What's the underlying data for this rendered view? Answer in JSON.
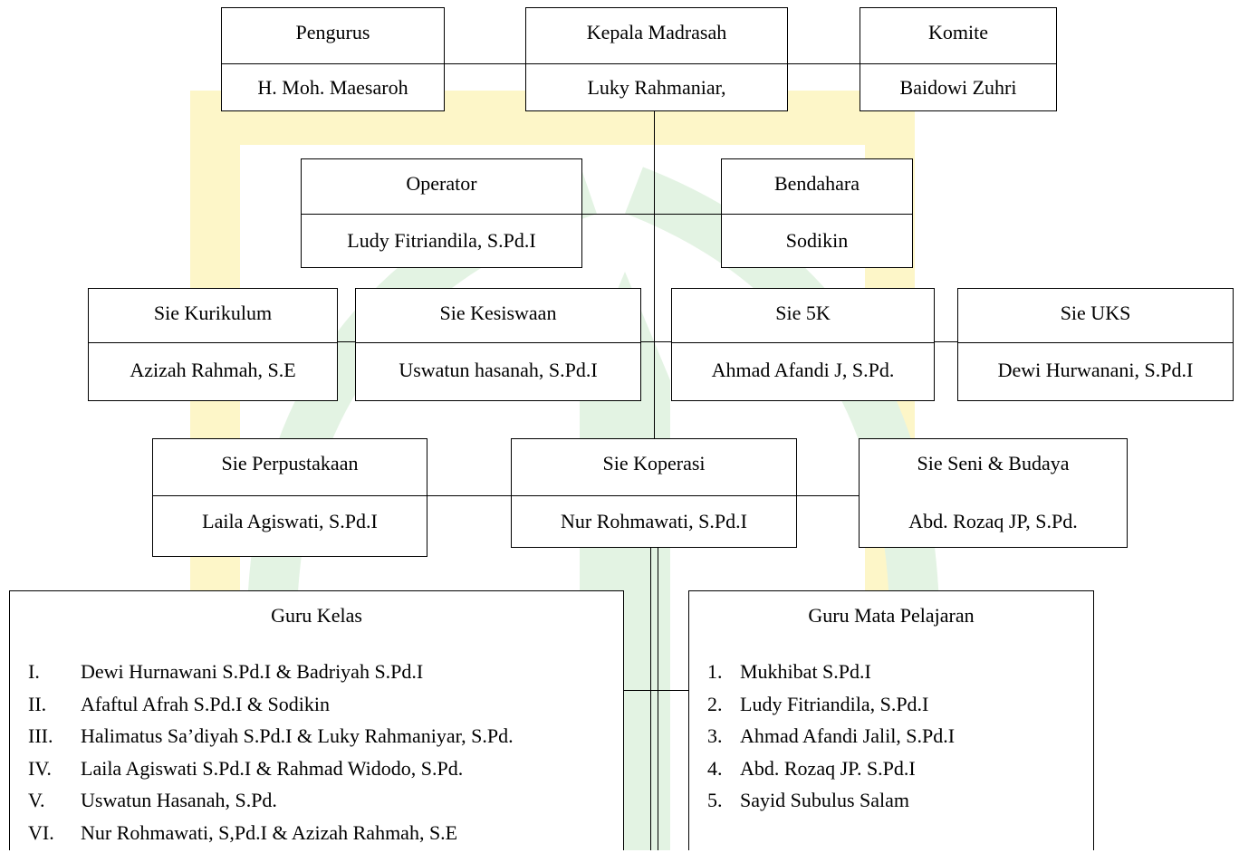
{
  "top": {
    "pengurus": {
      "title": "Pengurus",
      "name": "H. Moh. Maesaroh"
    },
    "kepala": {
      "title": "Kepala Madrasah",
      "name": "Luky Rahmaniar,"
    },
    "komite": {
      "title": "Komite",
      "name": "Baidowi Zuhri"
    }
  },
  "second": {
    "operator": {
      "title": "Operator",
      "name": "Ludy Fitriandila, S.Pd.I"
    },
    "bendahara": {
      "title": "Bendahara",
      "name": "Sodikin"
    }
  },
  "third": {
    "kurikulum": {
      "title": "Sie Kurikulum",
      "name": "Azizah Rahmah, S.E"
    },
    "kesiswaan": {
      "title": "Sie Kesiswaan",
      "name": "Uswatun hasanah, S.Pd.I"
    },
    "limak": {
      "title": "Sie 5K",
      "name": "Ahmad Afandi J, S.Pd."
    },
    "uks": {
      "title": "Sie UKS",
      "name": "Dewi Hurwanani, S.Pd.I"
    }
  },
  "fourth": {
    "perpustakaan": {
      "title": "Sie Perpustakaan",
      "name": "Laila Agiswati, S.Pd.I"
    },
    "koperasi": {
      "title": "Sie Koperasi",
      "name": "Nur Rohmawati, S.Pd.I"
    },
    "seni": {
      "title": "Sie Seni & Budaya",
      "name": "Abd. Rozaq JP, S.Pd."
    }
  },
  "guru_kelas": {
    "title": "Guru Kelas",
    "items": [
      {
        "num": "I.",
        "text": "Dewi Hurnawani S.Pd.I & Badriyah S.Pd.I"
      },
      {
        "num": "II.",
        "text": "Afaftul Afrah S.Pd.I & Sodikin"
      },
      {
        "num": "III.",
        "text": "Halimatus Sa’diyah S.Pd.I & Luky Rahmaniyar, S.Pd."
      },
      {
        "num": "IV.",
        "text": "Laila Agiswati S.Pd.I & Rahmad  Widodo, S.Pd."
      },
      {
        "num": "V.",
        "text": "Uswatun Hasanah, S.Pd."
      },
      {
        "num": "VI.",
        "text": "Nur Rohmawati, S,Pd.I & Azizah Rahmah, S.E"
      }
    ]
  },
  "guru_mapel": {
    "title": "Guru Mata Pelajaran",
    "items": [
      {
        "num": "1.",
        "text": "Mukhibat S.Pd.I"
      },
      {
        "num": "2.",
        "text": "Ludy Fitriandila, S.Pd.I"
      },
      {
        "num": "3.",
        "text": "Ahmad Afandi Jalil, S.Pd.I"
      },
      {
        "num": "4.",
        "text": "Abd. Rozaq JP. S.Pd.I"
      },
      {
        "num": "5.",
        "text": "Sayid Subulus Salam"
      }
    ]
  },
  "colors": {
    "watermark_yellow": "#fdf6c8",
    "watermark_green": "#e3f3e3"
  }
}
